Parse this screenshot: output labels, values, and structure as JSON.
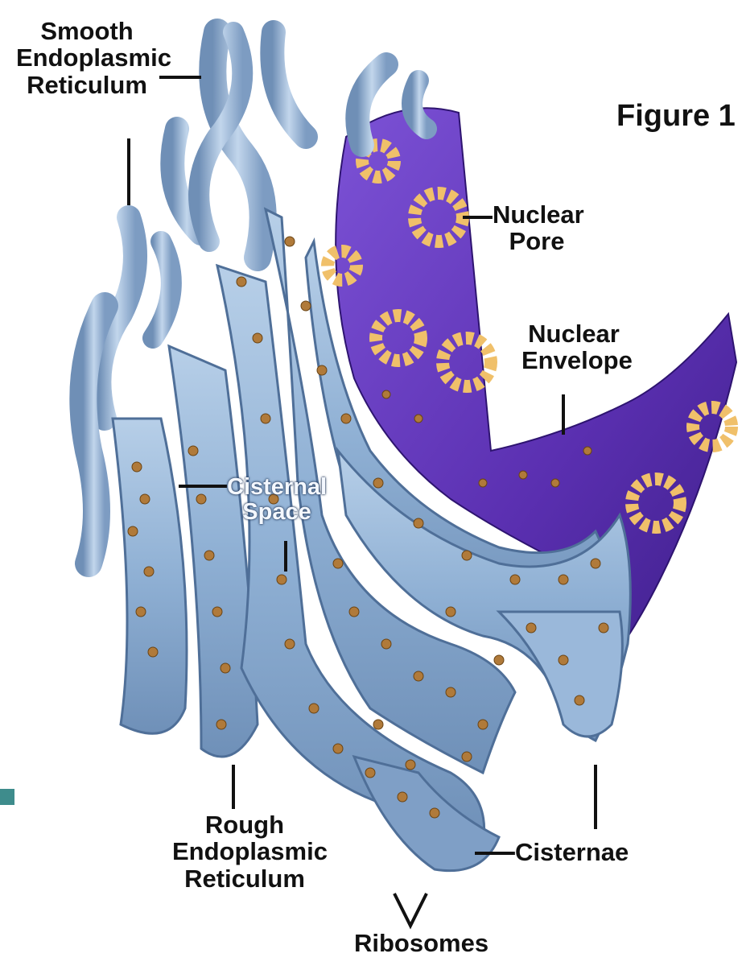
{
  "figure_title": "Figure 1",
  "labels": {
    "smooth_er": [
      "Smooth",
      "Endoplasmic",
      "Reticulum"
    ],
    "nuclear_pore": [
      "Nuclear",
      "Pore"
    ],
    "nuclear_envelope": [
      "Nuclear",
      "Envelope"
    ],
    "cisternal_space": [
      "Cisternal",
      "Space"
    ],
    "rough_er": [
      "Rough",
      "Endoplasmic",
      "Reticulum"
    ],
    "cisternae": "Cisternae",
    "ribosomes": "Ribosomes"
  },
  "colors": {
    "er_membrane": "#8fb0d4",
    "er_shadow": "#4f6f98",
    "nucleus": "#5a2fb0",
    "nucleus_light": "#7a4fd0",
    "ribosome": "#b07a3a",
    "pore": "#f0c06a",
    "leader_line": "#111111"
  }
}
